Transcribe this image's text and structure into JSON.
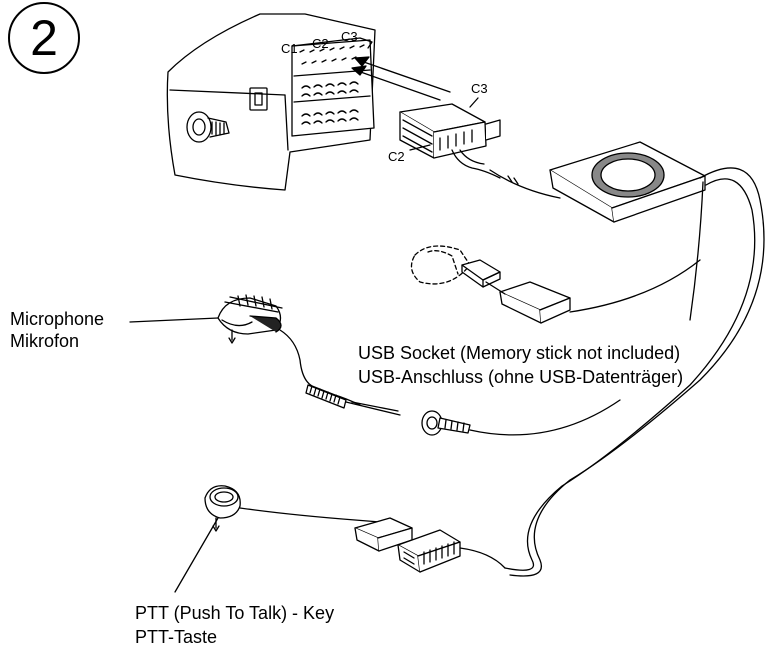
{
  "step": {
    "number": "2"
  },
  "connectors": {
    "c1": "C1",
    "c2": "C2",
    "c3": "C3",
    "plug_c3": "C3",
    "plug_c2": "C2"
  },
  "labels": {
    "microphone": {
      "en": "Microphone",
      "de": "Mikrofon"
    },
    "usb": {
      "en": "USB Socket (Memory stick not included)",
      "de": "USB-Anschluss (ohne USB-Datenträger)"
    },
    "ptt": {
      "en": "PTT (Push To Talk) - Key",
      "de": "PTT-Taste"
    }
  }
}
